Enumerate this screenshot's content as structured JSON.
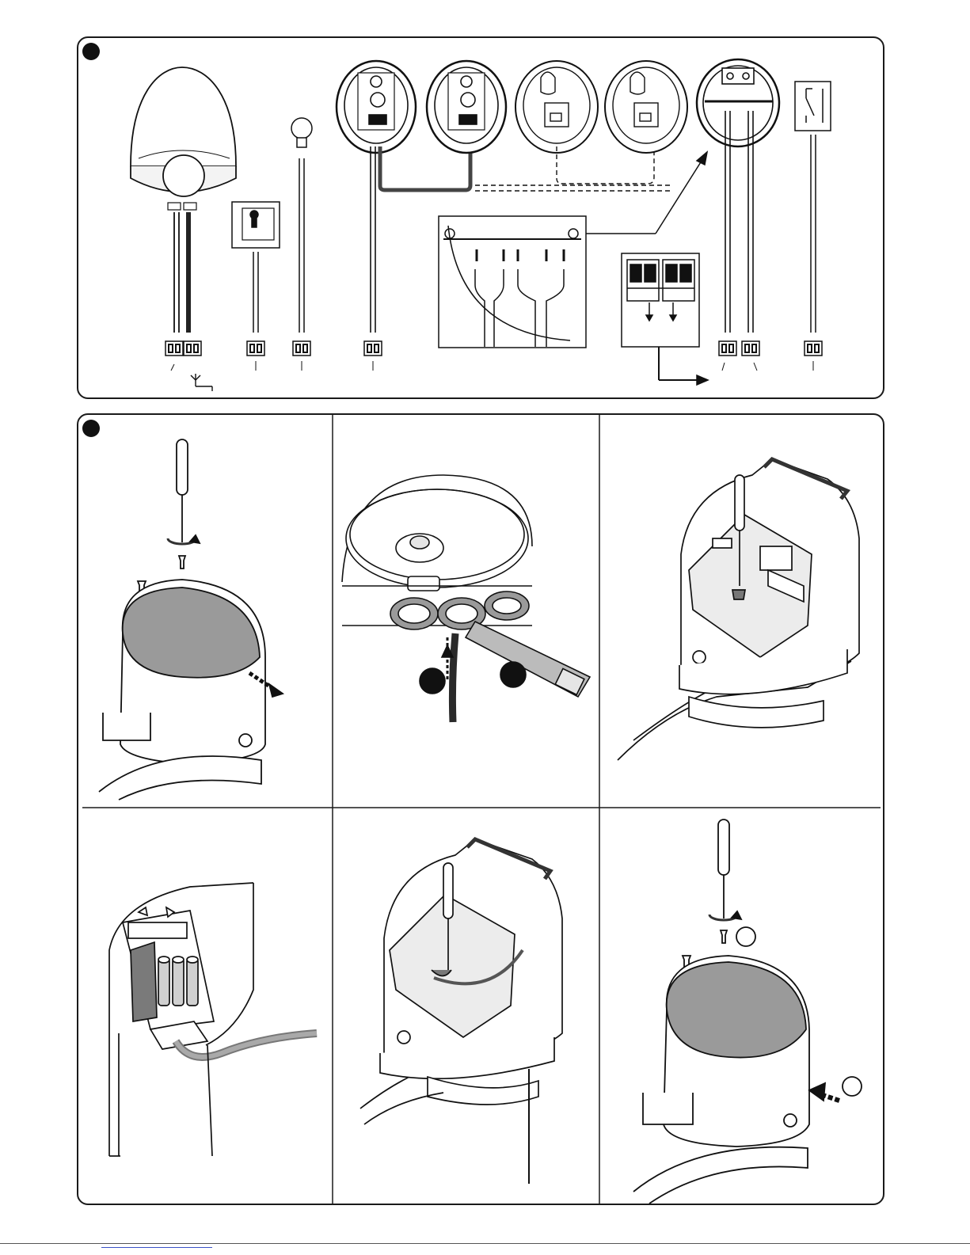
{
  "document": {
    "figures": [
      {
        "id": "figure-1",
        "kind": "wiring-diagram",
        "components": [
          "flashing-light",
          "key-selector",
          "courtesy-lamp",
          "photocell-tx-1",
          "photocell-tx-2",
          "photocell-rx-1",
          "photocell-rx-2",
          "control-keypad",
          "safety-edge-contact"
        ]
      },
      {
        "id": "figure-2",
        "kind": "installation-steps",
        "steps": 6
      }
    ],
    "colors": {
      "line": "#1a1a1a",
      "shade": "#9a9a9a",
      "light-shade": "#d8d8d8",
      "link": "#3a52c8"
    }
  }
}
